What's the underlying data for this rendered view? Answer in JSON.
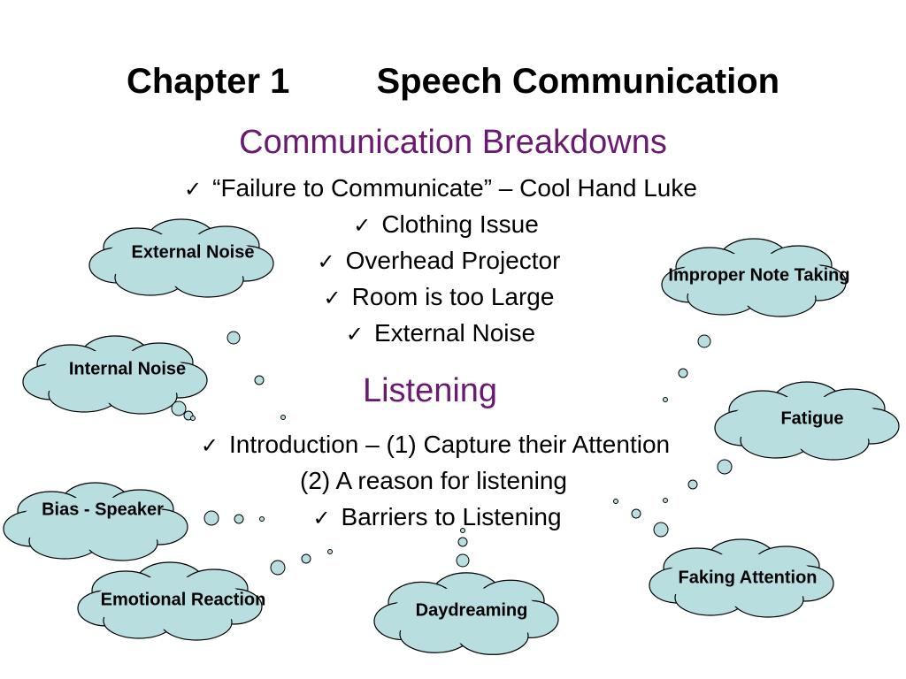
{
  "slide": {
    "title_left": "Chapter 1",
    "title_right": "Speech Communication",
    "section1_heading": "Communication Breakdowns",
    "section1_items": [
      "“Failure to Communicate” – Cool Hand Luke",
      "Clothing Issue",
      "Overhead Projector",
      "Room is too Large",
      "External Noise"
    ],
    "section2_heading": "Listening",
    "section2_items": [
      "Introduction – (1) Capture their Attention",
      "(2) A reason for listening",
      "Barriers to Listening"
    ],
    "clouds": [
      "External Noise",
      "Internal Noise",
      "Bias - Speaker",
      "Emotional Reaction",
      "Daydreaming",
      "Faking Attention",
      "Fatigue",
      "Improper Note Taking"
    ],
    "colors": {
      "heading": "#6b1a72",
      "cloud_fill": "#b8dee0",
      "cloud_stroke": "#000000"
    },
    "check_glyph": "✓"
  }
}
